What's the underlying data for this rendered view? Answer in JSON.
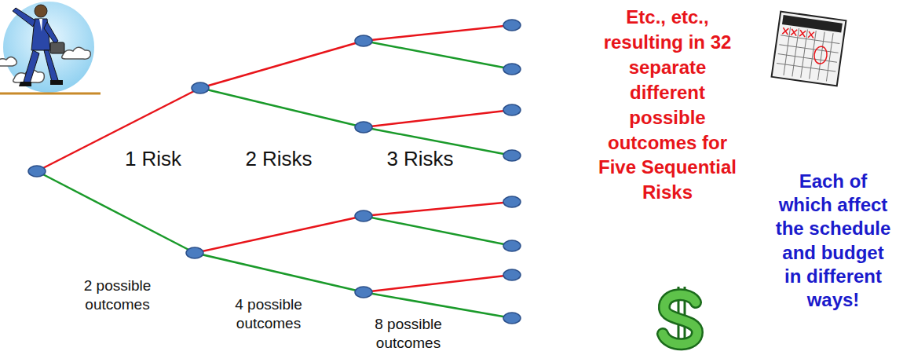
{
  "diagram": {
    "labels": [
      "1 Risk",
      "2 Risks",
      "3 Risks",
      "2 possible outcomes",
      "4 possible outcomes",
      "8 possible outcomes",
      "Etc., etc., resulting in 32 separate different possible outcomes for Five Sequential Risks",
      "Each of which affect the schedule and budget in different ways!"
    ]
  }
}
